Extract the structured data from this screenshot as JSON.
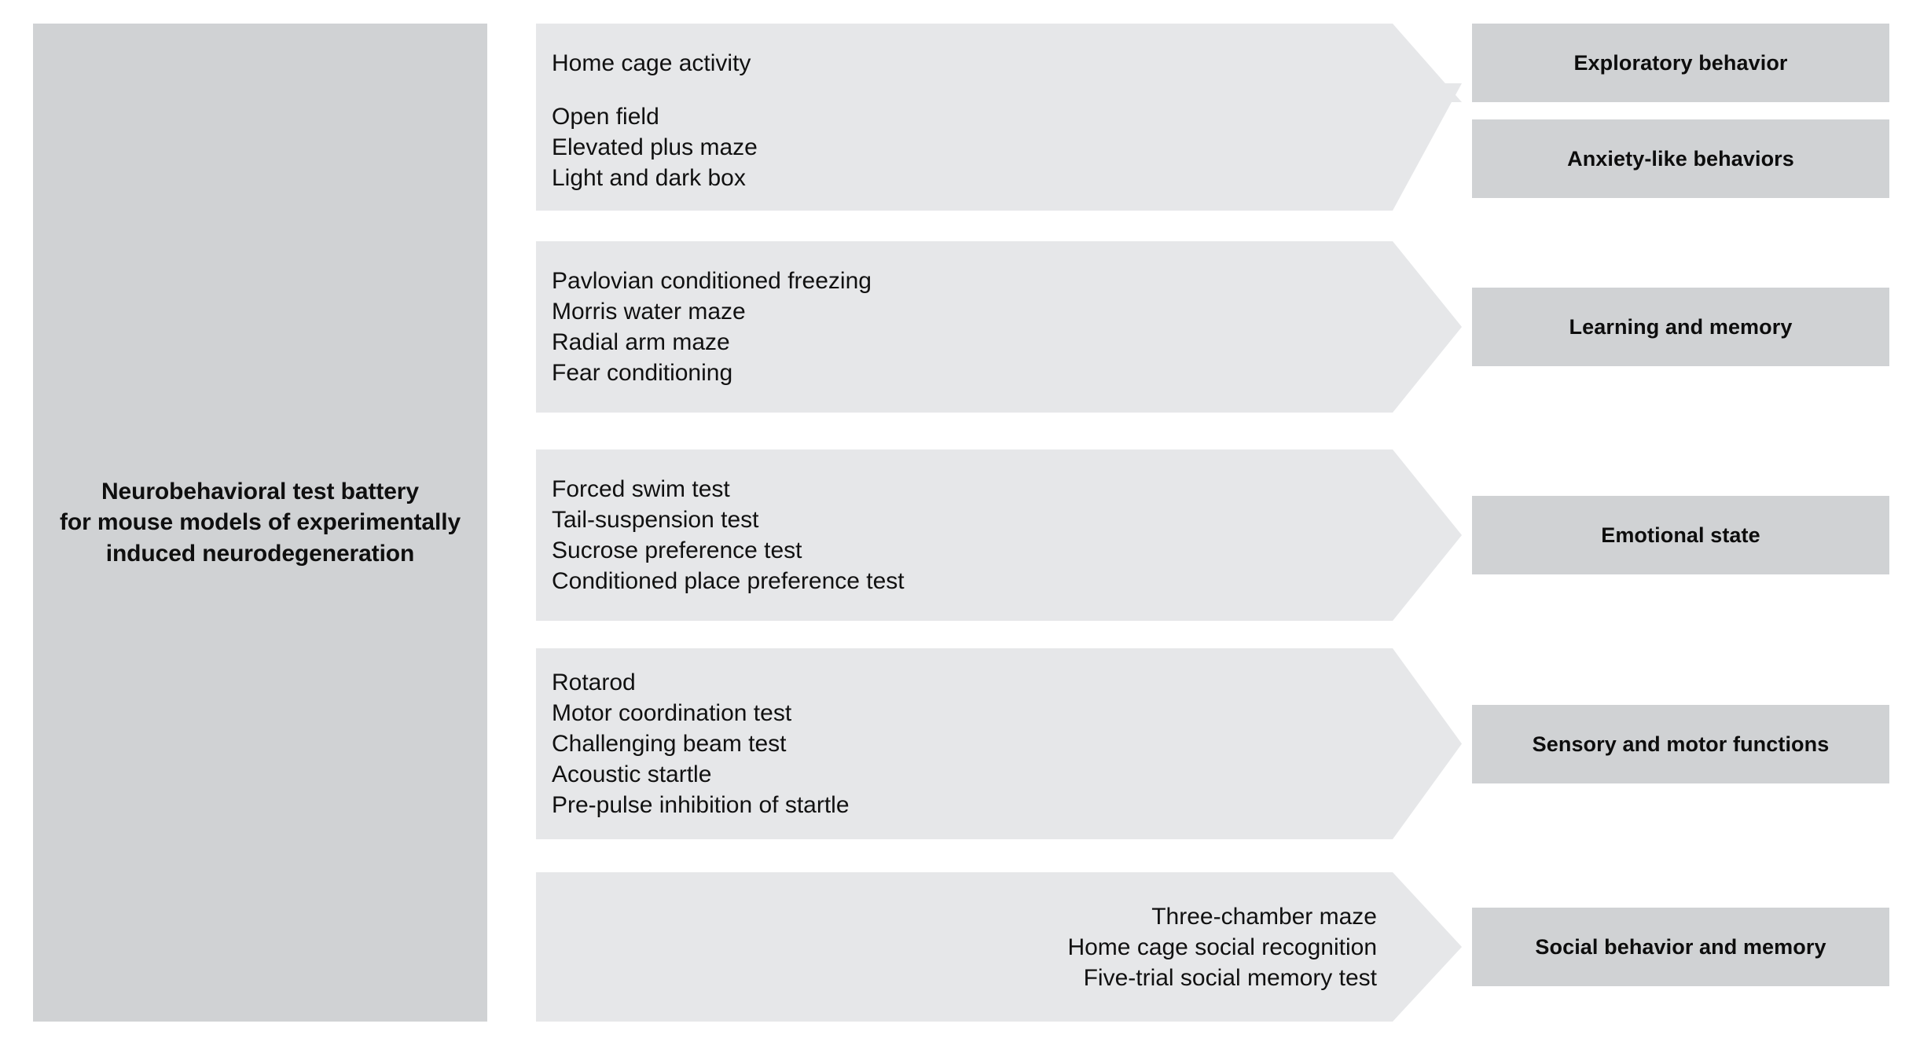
{
  "diagram": {
    "title_lines": [
      "Neurobehavioral test battery",
      "for mouse models of experimentally",
      "induced neurodegeneration"
    ],
    "title_full": "Neurobehavioral test battery for mouse models of experimentally induced neurodegeneration",
    "colors": {
      "title_box_fill": "#d0d2d4",
      "arrow_fill": "#e6e7e9",
      "category_box_fill": "#d0d2d4",
      "text": "#111111",
      "background": "#ffffff"
    },
    "groups": [
      {
        "id": "exploratory",
        "category": "Exploratory behavior",
        "tests": [
          "Home cage activity"
        ],
        "align": "left"
      },
      {
        "id": "anxiety",
        "category": "Anxiety-like behaviors",
        "tests": [
          "Open field",
          "Elevated plus maze",
          "Light and dark box"
        ],
        "align": "left"
      },
      {
        "id": "learning",
        "category": "Learning and memory",
        "tests": [
          "Pavlovian conditioned freezing",
          "Morris water maze",
          "Radial arm maze",
          "Fear conditioning"
        ],
        "align": "left"
      },
      {
        "id": "emotional",
        "category": "Emotional state",
        "tests": [
          "Forced swim test",
          "Tail-suspension test",
          "Sucrose preference test",
          "Conditioned place preference test"
        ],
        "align": "left"
      },
      {
        "id": "sensorimotor",
        "category": "Sensory and motor functions",
        "tests": [
          "Rotarod",
          "Motor coordination test",
          "Challenging beam test",
          "Acoustic startle",
          "Pre-pulse inhibition of startle"
        ],
        "align": "left"
      },
      {
        "id": "social",
        "category": "Social behavior and memory",
        "tests": [
          "Three-chamber maze",
          "Home cage social recognition",
          "Five-trial social memory test"
        ],
        "align": "right"
      }
    ]
  }
}
